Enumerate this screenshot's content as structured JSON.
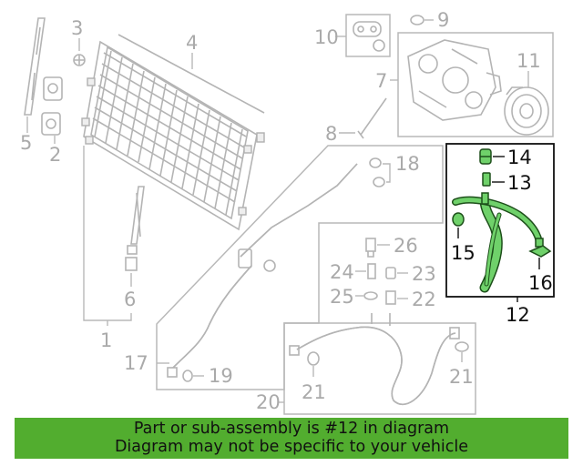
{
  "callouts": {
    "c1": "1",
    "c2": "2",
    "c3": "3",
    "c4": "4",
    "c5": "5",
    "c6": "6",
    "c7": "7",
    "c8": "8",
    "c9": "9",
    "c10": "10",
    "c11": "11",
    "c12": "12",
    "c13": "13",
    "c14": "14",
    "c15": "15",
    "c16": "16",
    "c17": "17",
    "c18": "18",
    "c19": "19",
    "c20": "20",
    "c21a": "21",
    "c21b": "21",
    "c22": "22",
    "c23": "23",
    "c24": "24",
    "c25": "25",
    "c26": "26"
  },
  "highlight_color": "#6fd16a",
  "banner": {
    "line1": "Part or sub-assembly is #12 in diagram",
    "line2": "Diagram may not be specific to your vehicle",
    "background": "#52ad2f"
  }
}
